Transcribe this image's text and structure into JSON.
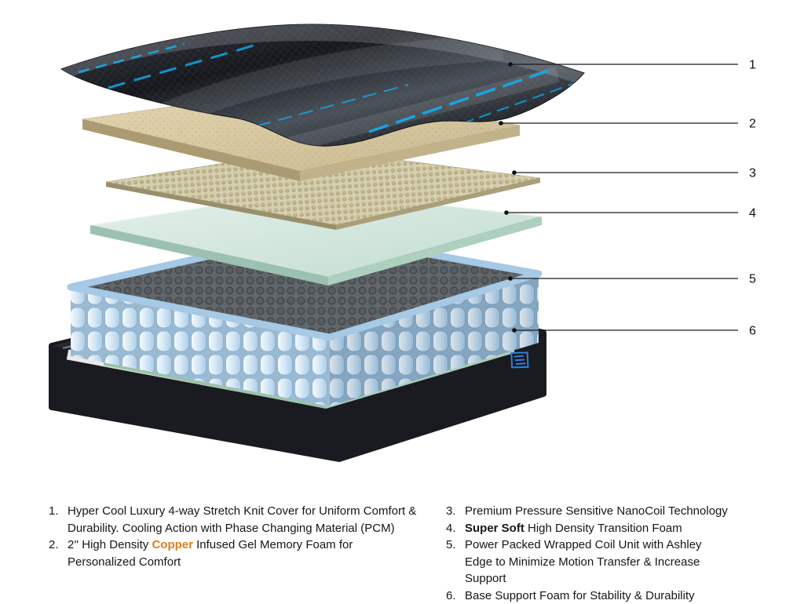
{
  "callouts": [
    "1",
    "2",
    "3",
    "4",
    "5",
    "6"
  ],
  "legend": {
    "left": [
      {
        "num": "1.",
        "text": "Hyper Cool Luxury 4-way Stretch Knit Cover for Uniform Comfort & Durability. Cooling Action with Phase Changing Material (PCM)"
      },
      {
        "num": "2.",
        "pre": "2'' High Density ",
        "highlight": "Copper",
        "post": " Infused Gel Memory Foam for Personalized Comfort"
      }
    ],
    "right": [
      {
        "num": "3.",
        "text": "Premium Pressure Sensitive NanoCoil Technology"
      },
      {
        "num": "4.",
        "bold": "Super Soft",
        "text": " High Density Transition Foam"
      },
      {
        "num": "5.",
        "text": "Power Packed Wrapped Coil Unit with Ashley Edge to Minimize Motion Transfer & Increase Support"
      },
      {
        "num": "6.",
        "text": "Base Support Foam for Stability & Durability"
      }
    ]
  },
  "colors": {
    "copper_accent": "#e07a1a",
    "callout_line": "#1a1a1a",
    "cover_blue_accent": "#17a5e5",
    "coil_blue": "#bcd9ee",
    "foam_tan": "#d8c9a2",
    "foam_mint": "#cfe4da",
    "base_green": "#c3ddcb",
    "base_dark": "#1a1c21",
    "logo_blue": "#2f7fe0"
  }
}
